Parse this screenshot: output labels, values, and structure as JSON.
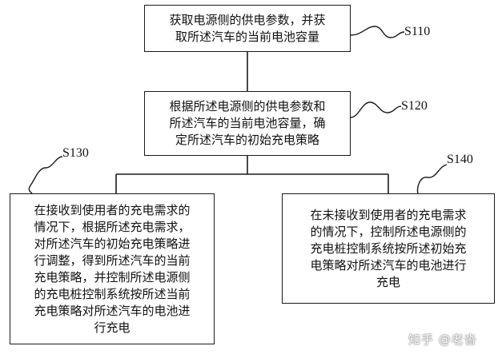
{
  "steps": {
    "s110": {
      "label": "S110",
      "text": "获取电源侧的供电参数，并获\n取所述汽车的当前电池容量"
    },
    "s120": {
      "label": "S120",
      "text": "根据所述电源侧的供电参数和\n所述汽车的当前电池容量，确\n定所述汽车的初始充电策略"
    },
    "s130": {
      "label": "S130",
      "text": "在接收到使用者的充电需求的\n情况下，根据所述充电需求，\n对所述汽车的初始充电策略进\n行调整，得到所述汽车的当前\n充电策略，并控制所述电源侧\n的充电桩控制系统按所述当前\n充电策略对所述汽车的电池进\n行充电"
    },
    "s140": {
      "label": "S140",
      "text": "在未接收到使用者的充电需求\n的情况下，控制所述电源侧的\n充电桩控制系统按所述初始充\n电策略对所述汽车的电池进行\n充电"
    }
  },
  "watermark": "知乎 @老沓"
}
